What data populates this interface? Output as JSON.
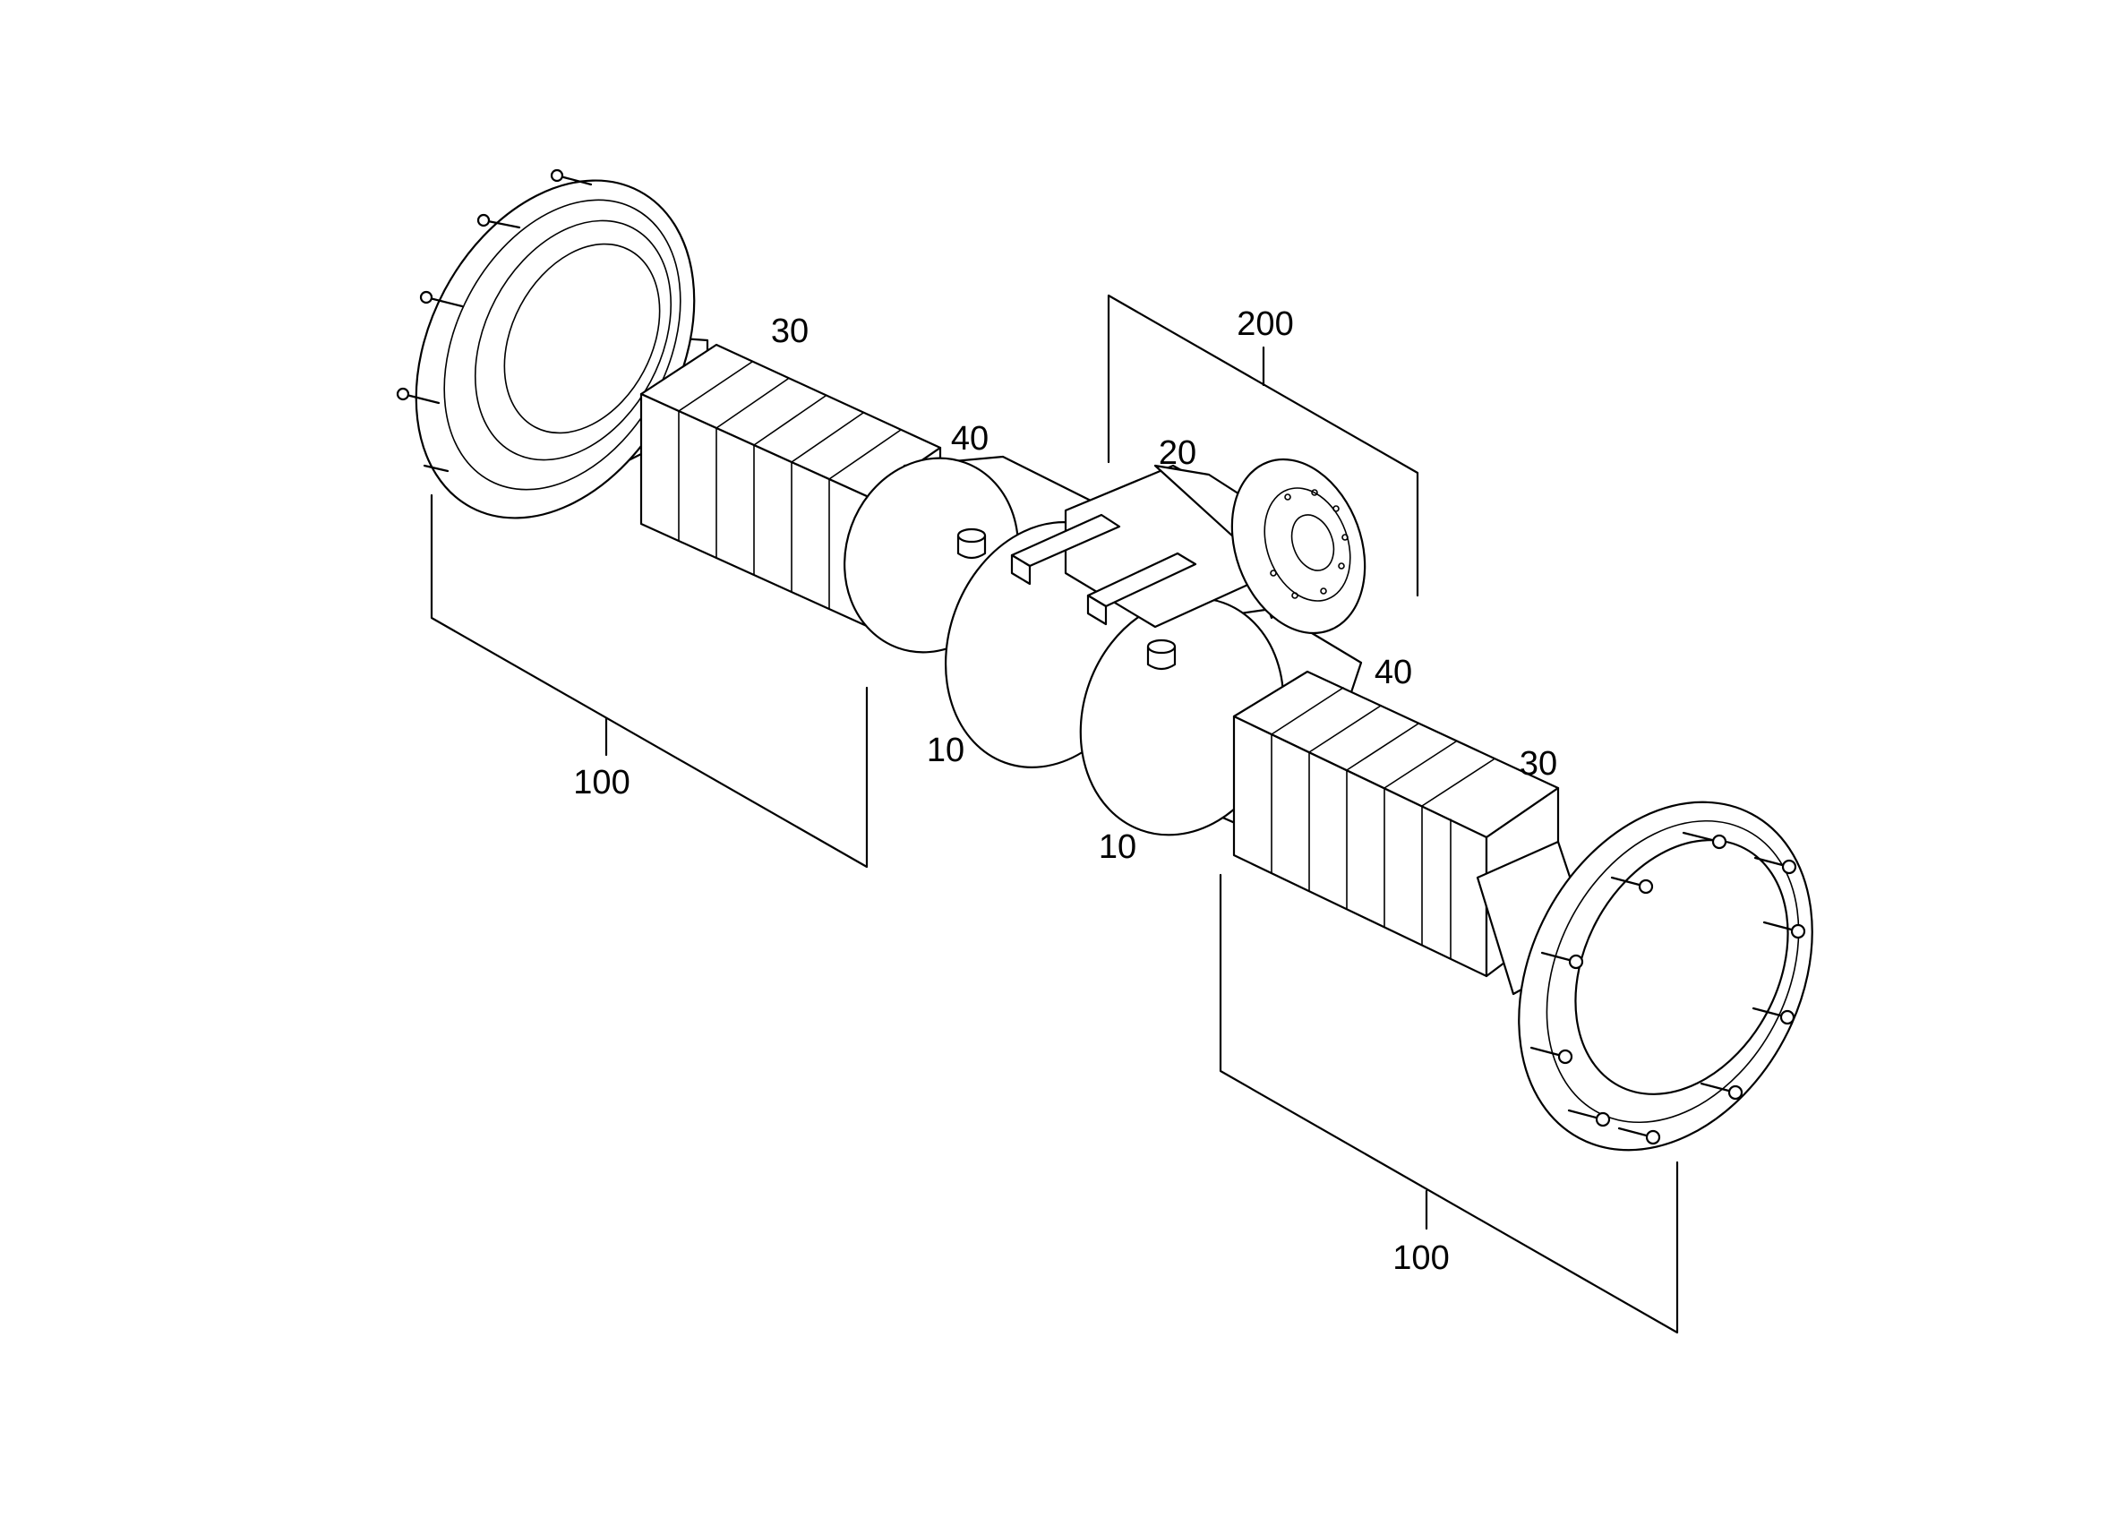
{
  "figure": {
    "labels": {
      "hub_left": "100",
      "hub_right": "100",
      "brake_left": "30",
      "brake_right": "30",
      "seal_left": "40",
      "seal_right": "40",
      "housing_left": "10",
      "housing_right": "10",
      "differential": "20",
      "input_assembly": "200"
    }
  }
}
